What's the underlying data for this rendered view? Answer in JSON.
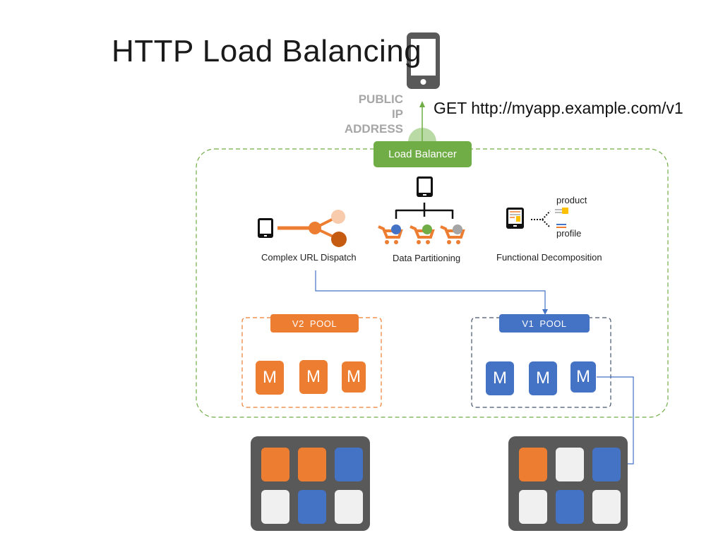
{
  "title": "HTTP Load Balancing",
  "client": {
    "icon": "smartphone-icon"
  },
  "public_ip_label": [
    "PUBLIC",
    "IP",
    "ADDRESS"
  ],
  "request": "GET http://myapp.example.com/v1",
  "load_balancer": {
    "label": "Load Balancer",
    "color": "#70ad47"
  },
  "features": [
    {
      "label": "Complex URL Dispatch",
      "icon": "url-dispatch-icon"
    },
    {
      "label": "Data Partitioning",
      "icon": "data-partitioning-icon"
    },
    {
      "label": "Functional Decomposition",
      "icon": "functional-decomposition-icon",
      "branches": [
        "product",
        "profile"
      ]
    }
  ],
  "pools": [
    {
      "label": "V2  POOL",
      "color": "#ed7d31",
      "instances": [
        "M",
        "M",
        "M"
      ]
    },
    {
      "label": "V1  POOL",
      "color": "#4472c4",
      "instances": [
        "M",
        "M",
        "M"
      ]
    }
  ],
  "nodes": [
    {
      "slots": [
        "orange",
        "orange",
        "blue",
        "empty",
        "blue",
        "empty"
      ]
    },
    {
      "slots": [
        "orange",
        "empty",
        "blue",
        "empty",
        "blue",
        "empty"
      ]
    }
  ],
  "colors": {
    "orange": "#ed7d31",
    "blue": "#4472c4",
    "green": "#70ad47",
    "gray": "#595959"
  }
}
